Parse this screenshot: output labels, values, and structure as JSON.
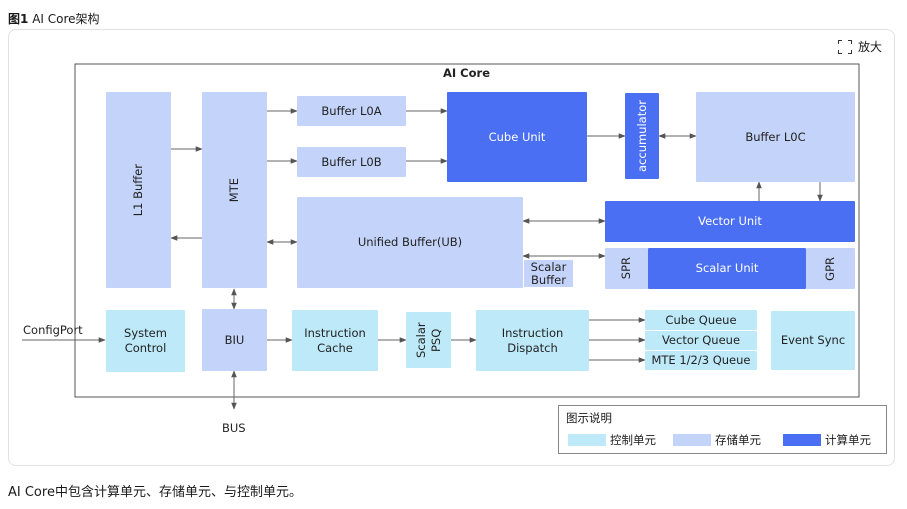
{
  "caption": {
    "fig_no": "图1",
    "title": "AI Core架构"
  },
  "zoom_label": "放大",
  "core_title": "AI Core",
  "units": {
    "l1_buffer": "L1 Buffer",
    "mte": "MTE",
    "buffer_l0a": "Buffer L0A",
    "buffer_l0b": "Buffer L0B",
    "cube_unit": "Cube Unit",
    "accumulator": "accumulator",
    "buffer_l0c": "Buffer L0C",
    "vector_unit": "Vector Unit",
    "unified_buffer": "Unified Buffer(UB)",
    "scalar_buffer": "Scalar Buffer",
    "spr": "SPR",
    "scalar_unit": "Scalar Unit",
    "gpr": "GPR",
    "system_control": "System Control",
    "biu": "BIU",
    "instruction_cache": "Instruction Cache",
    "scalar_psq": "Scalar PSQ",
    "instruction_dispatch": "Instruction Dispatch",
    "cube_queue": "Cube Queue",
    "vector_queue": "Vector Queue",
    "mte_queue": "MTE 1/2/3 Queue",
    "event_sync": "Event Sync"
  },
  "external": {
    "config_port": "ConfigPort",
    "bus": "BUS"
  },
  "legend": {
    "title": "图示说明",
    "items": [
      {
        "label": "控制单元",
        "color": "#bde9f9"
      },
      {
        "label": "存储单元",
        "color": "#c4d3f9"
      },
      {
        "label": "计算单元",
        "color": "#4a6ff2"
      }
    ]
  },
  "description": "AI Core中包含计算单元、存储单元、与控制单元。"
}
